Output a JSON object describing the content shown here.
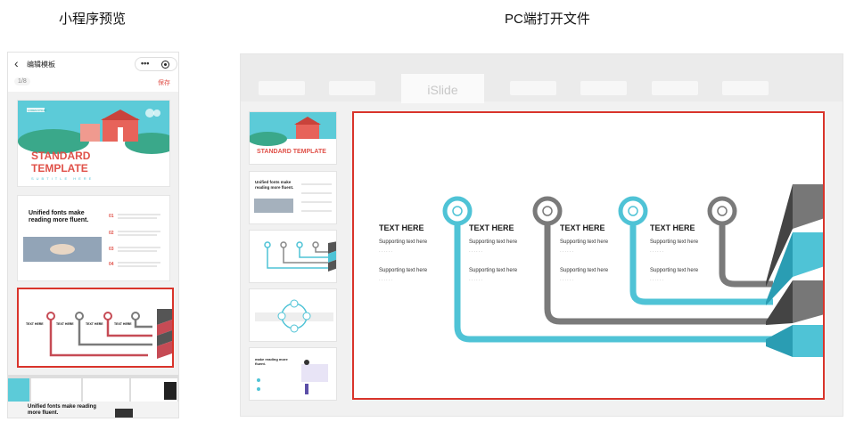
{
  "headings": {
    "left": "小程序预览",
    "right": "PC端打开文件"
  },
  "phone": {
    "title": "编辑模板",
    "page": "1/8",
    "save": "保存",
    "slide1": {
      "badge": "LOREM IPSUM",
      "title1": "STANDARD",
      "title2": "TEMPLATE",
      "subtitle": "SUBTITLE HERE"
    },
    "slide2": {
      "title": "Unified fonts make reading more fluent.",
      "nums": [
        "01",
        "02",
        "03",
        "04"
      ]
    },
    "strip_caption": "Unified fonts make reading more fluent."
  },
  "pc": {
    "tab_active": "iSlide",
    "thumb1": {
      "title": "STANDARD TEMPLATE"
    },
    "thumb2": {
      "title": "Unified fonts make reading more fluent."
    },
    "thumb5": {
      "title": "make reading more fluent."
    }
  },
  "diagram": {
    "items": [
      {
        "title": "TEXT HERE",
        "s1": "Supporting text here",
        "s2": "Supporting text here",
        "color": "#4fc3d6"
      },
      {
        "title": "TEXT HERE",
        "s1": "Supporting text here",
        "s2": "Supporting text here",
        "color": "#7a7a7a"
      },
      {
        "title": "TEXT HERE",
        "s1": "Supporting text here",
        "s2": "Supporting text here",
        "color": "#4fc3d6"
      },
      {
        "title": "TEXT HERE",
        "s1": "Supporting text here",
        "s2": "Supporting text here",
        "color": "#7a7a7a"
      }
    ],
    "dashes": "......",
    "accent_teal": "#4fc3d6",
    "accent_grey": "#7a7a7a",
    "frame_red": "#d9342b"
  }
}
